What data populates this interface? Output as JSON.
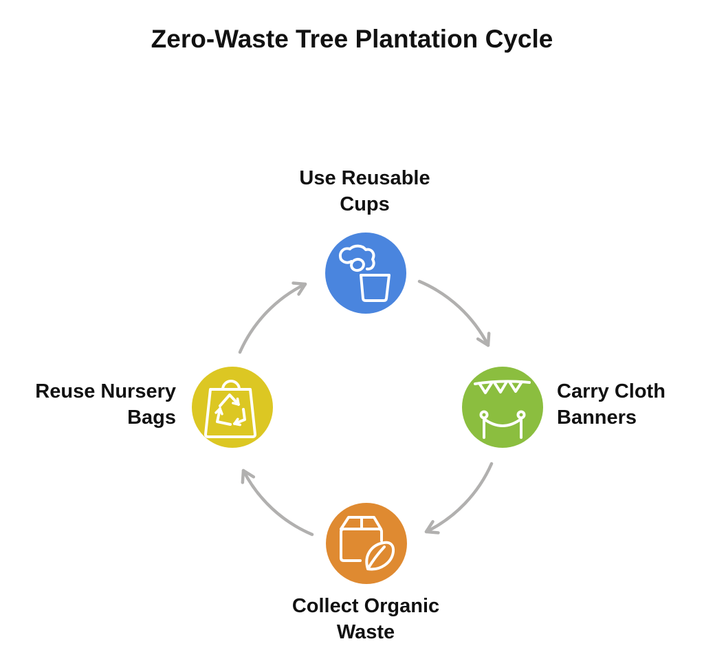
{
  "title": "Zero-Waste Tree Plantation Cycle",
  "diagram": {
    "type": "cycle",
    "direction": "clockwise",
    "background": "#ffffff",
    "text_color": "#111111",
    "arrow_color": "#b1b0af",
    "icon_color": "#ffffff",
    "steps": [
      {
        "label": "Use Reusable Cups",
        "position": "top",
        "color": "#4a85de",
        "icon": "hand-dropping-item-into-cup-icon"
      },
      {
        "label": "Carry Cloth Banners",
        "position": "right",
        "color": "#8bbe3f",
        "icon": "bunting-and-rope-barrier-icon"
      },
      {
        "label": "Collect Organic Waste",
        "position": "bottom",
        "color": "#df8a31",
        "icon": "box-with-leaf-icon"
      },
      {
        "label": "Reuse Nursery Bags",
        "position": "left",
        "color": "#dcc723",
        "icon": "bag-with-recycle-arrows-icon"
      }
    ]
  }
}
